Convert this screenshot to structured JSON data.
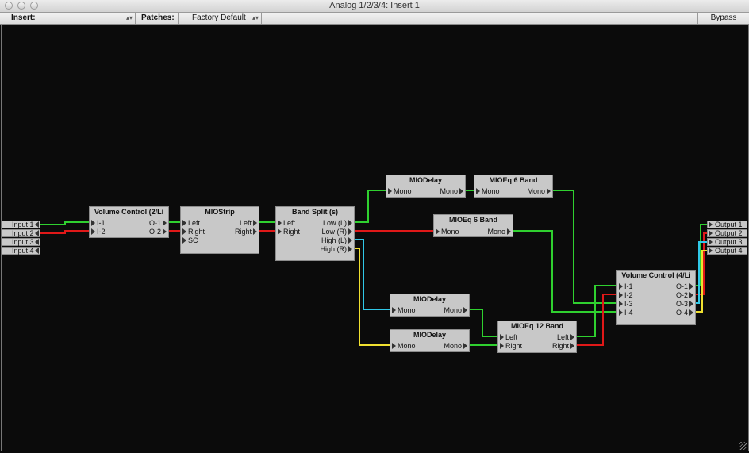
{
  "window": {
    "title": "Analog 1/2/3/4: Insert 1"
  },
  "toolbar": {
    "insert_label": "Insert:",
    "patches_label": "Patches:",
    "patch_value": "Factory Default",
    "bypass_label": "Bypass"
  },
  "inputs": [
    "Input 1",
    "Input 2",
    "Input 3",
    "Input 4"
  ],
  "outputs": [
    "Output 1",
    "Output 2",
    "Output 3",
    "Output 4"
  ],
  "nodes": {
    "volctl_in": {
      "title": "Volume Control (2/Li",
      "in": [
        "I-1",
        "I-2"
      ],
      "out": [
        "O-1",
        "O-2"
      ]
    },
    "miostrip": {
      "title": "MIOStrip",
      "in": [
        "Left",
        "Right",
        "SC"
      ],
      "out": [
        "Left",
        "Right"
      ]
    },
    "bandsplit": {
      "title": "Band Split (s)",
      "in": [
        "Left",
        "Right"
      ],
      "out": [
        "Low (L)",
        "Low (R)",
        "High (L)",
        "High (R)"
      ]
    },
    "delay1": {
      "title": "MIODelay",
      "in": [
        "Mono"
      ],
      "out": [
        "Mono"
      ]
    },
    "eq6a": {
      "title": "MIOEq 6 Band",
      "in": [
        "Mono"
      ],
      "out": [
        "Mono"
      ]
    },
    "eq6b": {
      "title": "MIOEq 6 Band",
      "in": [
        "Mono"
      ],
      "out": [
        "Mono"
      ]
    },
    "delay2": {
      "title": "MIODelay",
      "in": [
        "Mono"
      ],
      "out": [
        "Mono"
      ]
    },
    "delay3": {
      "title": "MIODelay",
      "in": [
        "Mono"
      ],
      "out": [
        "Mono"
      ]
    },
    "eq12": {
      "title": "MIOEq 12 Band",
      "in": [
        "Left",
        "Right"
      ],
      "out": [
        "Left",
        "Right"
      ]
    },
    "volctl_out": {
      "title": "Volume Control (4/Li",
      "in": [
        "I-1",
        "I-2",
        "I-3",
        "I-4"
      ],
      "out": [
        "O-1",
        "O-2",
        "O-3",
        "O-4"
      ]
    }
  },
  "colors": {
    "green": "#2fd02f",
    "red": "#e01818",
    "cyan": "#30c8e8",
    "yellow": "#f0e030"
  }
}
